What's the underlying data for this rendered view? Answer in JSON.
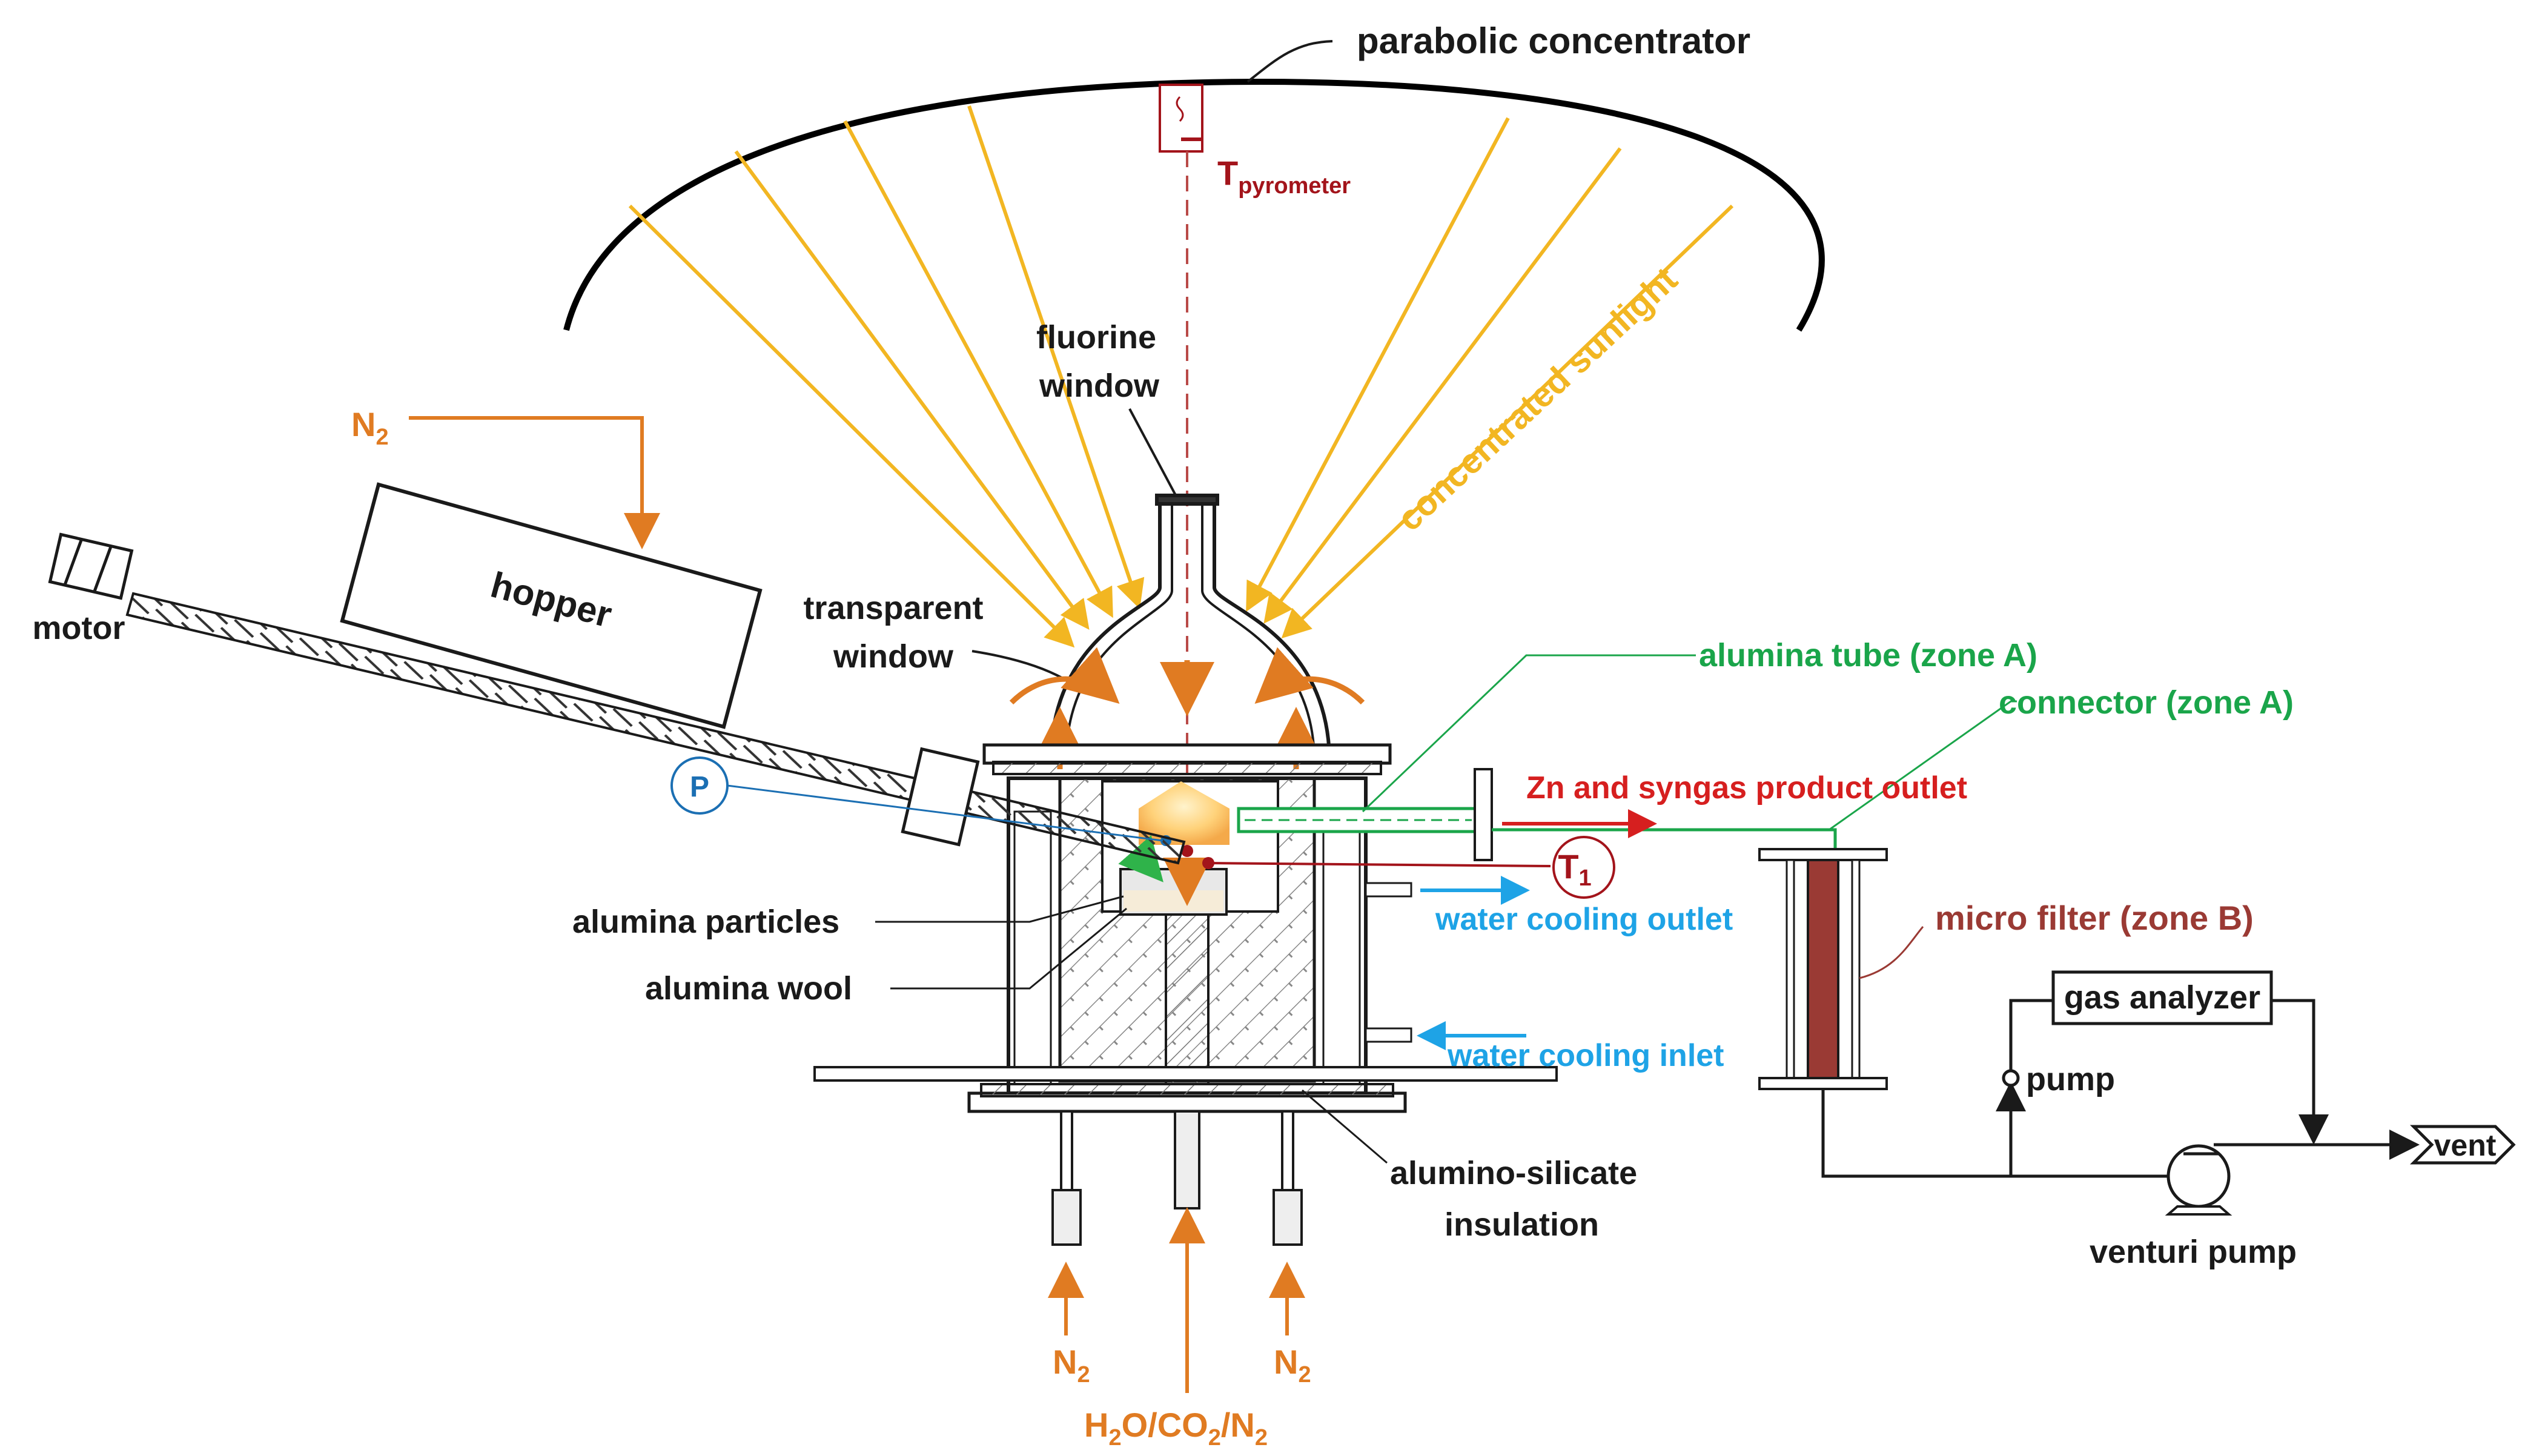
{
  "labels": {
    "parabolic_concentrator": "parabolic concentrator",
    "t_pyrometer_main": "T",
    "t_pyrometer_sub": "pyrometer",
    "fluorine_line1": "fluorine",
    "fluorine_line2": "window",
    "concentrated_sunlight": "concentrated sunlight",
    "n2_main": "N",
    "n2_sub": "2",
    "hopper": "hopper",
    "motor": "motor",
    "transparent_line1": "transparent",
    "transparent_line2": "window",
    "alumina_tube": "alumina tube (zone A)",
    "connector": "connector (zone A)",
    "p_gauge": "P",
    "product_outlet": "Zn and syngas product outlet",
    "t1_main": "T",
    "t1_sub": "1",
    "water_out": "water cooling outlet",
    "water_in": "water cooling inlet",
    "alumina_particles": "alumina particles",
    "alumina_wool": "alumina wool",
    "micro_filter": "micro filter (zone B)",
    "gas_analyzer": "gas analyzer",
    "pump": "pump",
    "vent": "vent",
    "venturi_pump": "venturi pump",
    "insulation_line1": "alumino-silicate",
    "insulation_line2": "insulation",
    "feed_h": "H",
    "feed_2a": "2",
    "feed_o_co": "O/CO",
    "feed_2b": "2",
    "feed_n": "/N",
    "feed_2c": "2"
  },
  "colors": {
    "sunlight": "#f2b622",
    "nitrogen": "#e07b22",
    "zone_a": "#1aa54a",
    "product": "#d61f1f",
    "pyrometer": "#a3141b",
    "cooling": "#1ea3e6",
    "zone_b": "#9a3a34",
    "structure": "#1a1a1a"
  }
}
